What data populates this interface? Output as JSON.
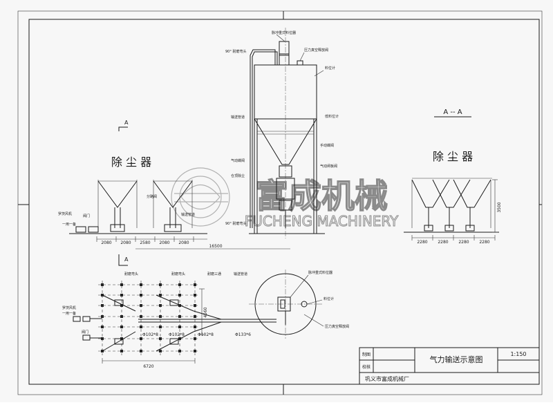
{
  "titles": {
    "dust_left": "除 尘 器",
    "dust_right": "除 尘 器",
    "section_aa": "A -- A",
    "section_mark_top": "A",
    "section_mark_bottom": "A"
  },
  "labels": {
    "pulse_level_gauge": "脉冲重式料位器",
    "elbow_90_top": "90° 耐磨弯头",
    "pressure_valve": "压力真空释放阀",
    "level_meter": "料位计",
    "feed_pipe": "输送管道",
    "low_level": "低料位计",
    "manual_valve": "手动蝶阀",
    "pneumatic_valve": "气动蝶阀",
    "pneumatic_gate": "气动闸板阀",
    "silo_cone_label": "仓顶除尘",
    "elbow_90_bottom": "90° 耐磨弯头",
    "branch_label": "分路阀",
    "pipe_label": "输送管道",
    "blower_left": "罗茨风机",
    "blower_left_sub": "一用一备",
    "valve_small": "阀门",
    "plan_blower": "罗茨风机",
    "plan_blower_sub": "一用一备",
    "plan_valve": "阀门",
    "plan_l1": "耐磨弯头",
    "plan_l2": "耐磨弯头",
    "plan_l3": "耐磨三通",
    "plan_l4": "输送管道",
    "plan_gauge": "脉冲重式料位器",
    "plan_level": "料位计",
    "plan_relief": "压力真空释放阀"
  },
  "dimensions": {
    "left_d1": "2080",
    "left_d2": "2080",
    "left_d3": "2580",
    "left_d4": "2080",
    "left_d5": "2080",
    "left_total": "16500",
    "right_d1": "2280",
    "right_d2": "2280",
    "right_d3": "2280",
    "right_d4": "2280",
    "right_height": "3500",
    "plan_width": "6720",
    "plan_height": "4560",
    "pipe_a": "Φ102*8",
    "pipe_b": "Φ102*8",
    "pipe_c": "Φ102*8",
    "pipe_d": "Φ133*6"
  },
  "watermark": {
    "cn": "富成机械",
    "en": "FUCHENG MACHINERY"
  },
  "title_block": {
    "designed": "制图",
    "checked": "校核",
    "drawing_title": "气力输送示意图",
    "scale": "1:150",
    "company": "巩义市富成机械厂"
  }
}
